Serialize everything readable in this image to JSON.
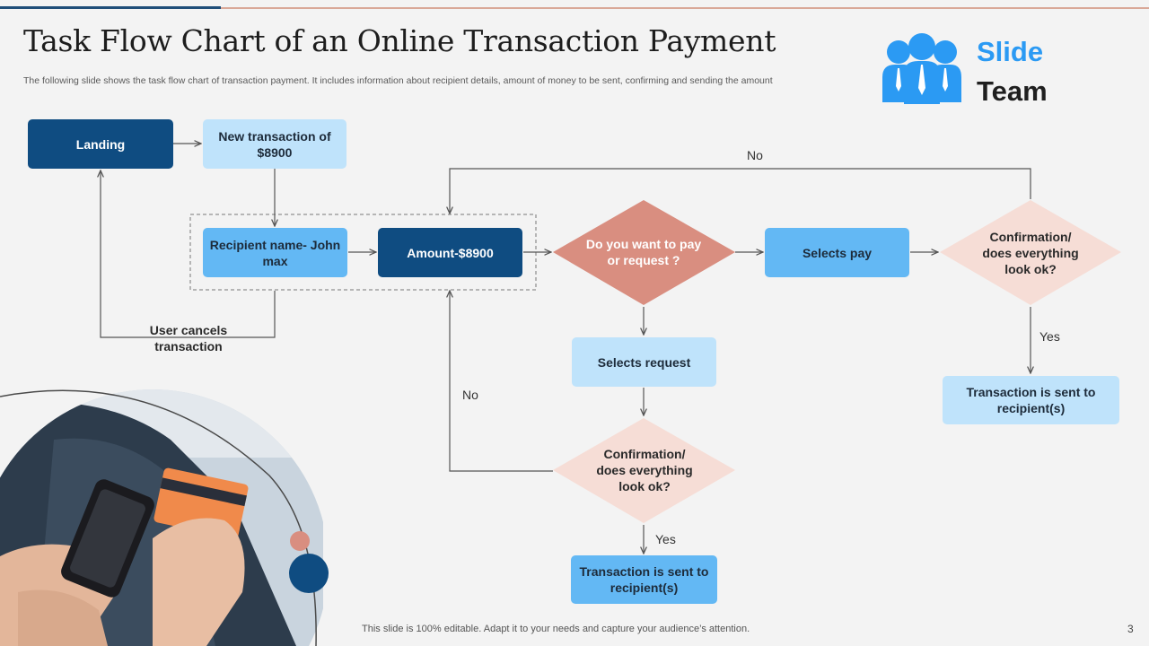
{
  "slide": {
    "title": "Task Flow Chart of an Online Transaction Payment",
    "subtitle": "The following slide shows the task flow chart of transaction payment. It includes information about recipient details, amount of money to be sent, confirming and sending the amount",
    "footer": "This slide is 100% editable. Adapt it to your needs and capture your audience’s attention.",
    "page_number": "3"
  },
  "logo": {
    "line1": "Slide",
    "line2": "Team"
  },
  "flow": {
    "landing": "Landing",
    "new_transaction": "New transaction of $8900",
    "recipient": "Recipient name- John max",
    "amount": "Amount-$8900",
    "pay_or_request": "Do you want to pay or request ?",
    "selects_pay": "Selects pay",
    "confirm_top": "Confirmation/ does everything look ok?",
    "sent_top": "Transaction is sent to recipient(s)",
    "selects_request": "Selects request",
    "confirm_bottom": "Confirmation/ does everything look ok?",
    "sent_bottom": "Transaction is sent to recipient(s)",
    "user_cancels": "User cancels transaction",
    "no_top": "No",
    "no_mid": "No",
    "yes_right": "Yes",
    "yes_bottom": "Yes"
  },
  "colors": {
    "dark_blue": "#0f4c81",
    "mid_blue": "#63b8f4",
    "light_blue": "#bfe3fb",
    "diamond_salmon": "#d98e80",
    "diamond_pink": "#f6ddd6"
  }
}
